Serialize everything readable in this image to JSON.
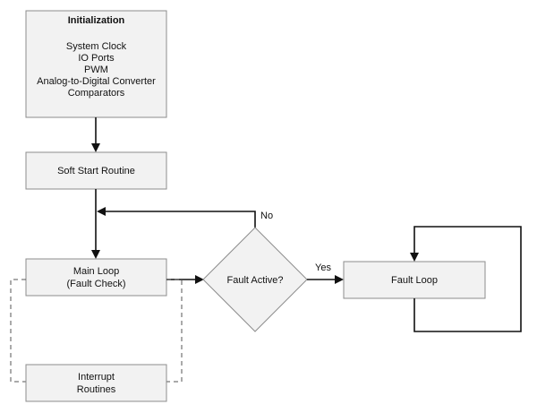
{
  "init_box": {
    "title": "Initialization",
    "items": [
      "System Clock",
      "IO Ports",
      "PWM",
      "Analog-to-Digital Converter",
      "Comparators"
    ]
  },
  "soft_start": {
    "label": "Soft Start Routine"
  },
  "main_loop": {
    "line1": "Main Loop",
    "line2": "(Fault Check)"
  },
  "fault_decision": {
    "label": "Fault Active?"
  },
  "fault_loop": {
    "label": "Fault Loop"
  },
  "interrupt": {
    "line1": "Interrupt",
    "line2": "Routines"
  },
  "edges": {
    "no_label": "No",
    "yes_label": "Yes"
  }
}
